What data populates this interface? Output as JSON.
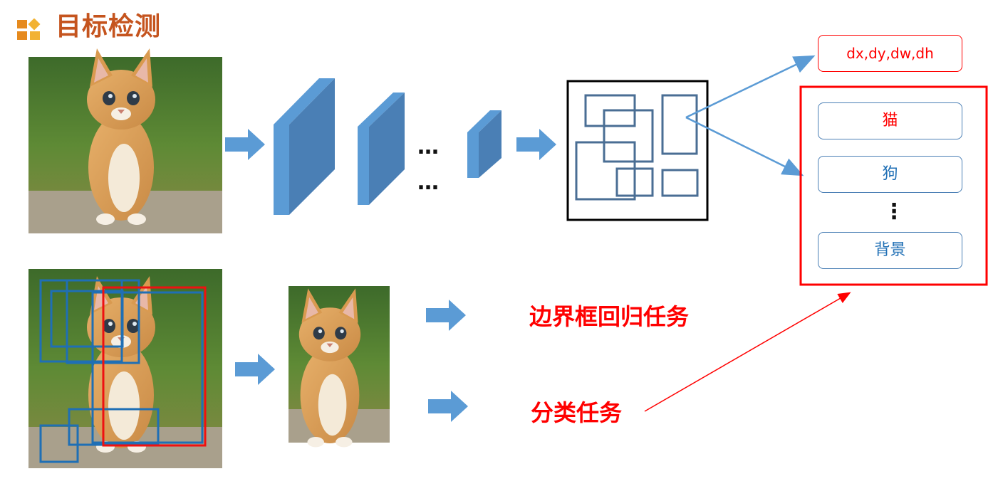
{
  "title": "目标检测",
  "colors": {
    "title": "#c5541e",
    "layer_front": "#4a7fb5",
    "layer_side": "#5b9bd5",
    "arrow": "#5b9bd5",
    "bbox_blue": "#1f6fb5",
    "bbox_red": "#ee1111",
    "highlight_red": "#ff0000",
    "class_text_red": "#ff0000",
    "class_text_blue": "#1f6fb5"
  },
  "pipeline": {
    "ellipsis_top": "…",
    "ellipsis_bottom": "…"
  },
  "regression_output": "dx,dy,dw,dh",
  "classes": [
    {
      "label": "猫",
      "color": "red"
    },
    {
      "label": "狗",
      "color": "blue"
    },
    {
      "label": "背景",
      "color": "blue"
    }
  ],
  "classes_ellipsis": "⋮",
  "tasks": {
    "regression": "边界框回归任务",
    "classification": "分类任务"
  }
}
